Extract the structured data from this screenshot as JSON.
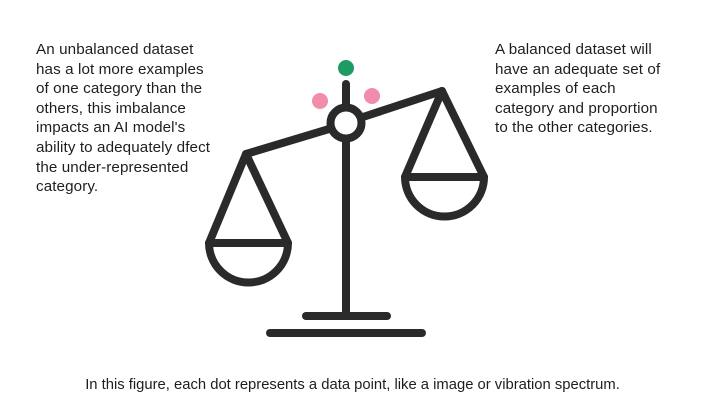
{
  "left_note": {
    "lines": [
      "An unbalanced dataset",
      "has a lot more examples",
      "of one category than the",
      "others, this imbalance",
      "impacts an AI model's",
      "ability to adequately dfect",
      "the under-represented",
      "category."
    ]
  },
  "right_note": {
    "lines": [
      "A balanced dataset will",
      "have an adequate set of",
      "examples of each",
      "category and proportion",
      "to the other categories."
    ]
  },
  "caption": {
    "text": "In this figure, each dot represents a data point, like a image or vibration spectrum."
  },
  "figure": {
    "stroke_color": "#2a2a2a",
    "dots": [
      {
        "icon": "green-data-dot-icon",
        "color": "#1e9a63"
      },
      {
        "icon": "pink-data-dot-icon",
        "color": "#f38bab"
      },
      {
        "icon": "pink-data-dot-icon",
        "color": "#f38bab"
      }
    ]
  }
}
